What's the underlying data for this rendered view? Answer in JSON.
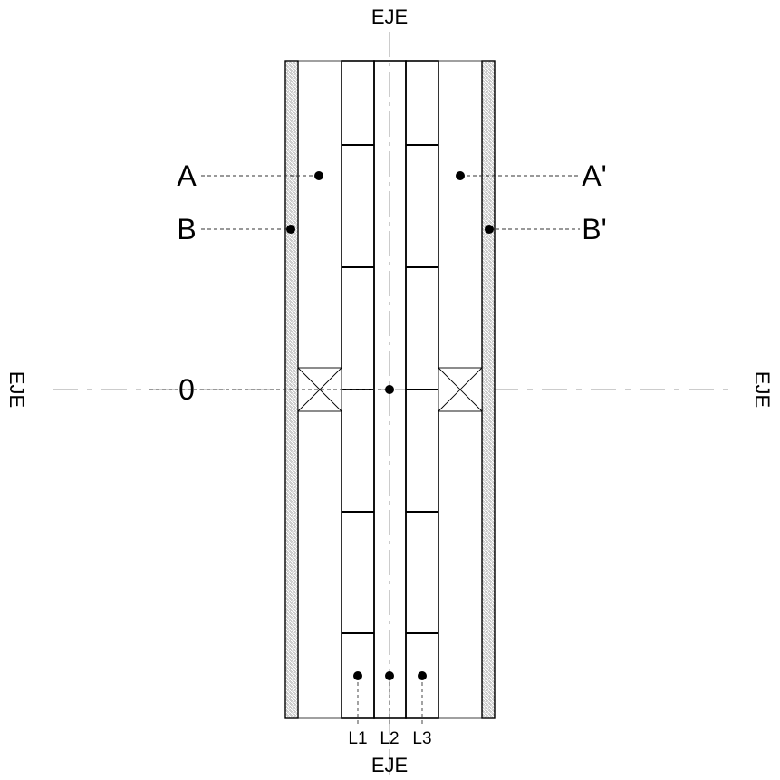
{
  "axis_labels": {
    "top": "EJE",
    "bottom": "EJE",
    "left": "EJE",
    "right": "EJE"
  },
  "points": {
    "A": "A",
    "A_prime": "A'",
    "B": "B",
    "B_prime": "B'",
    "O": "0"
  },
  "lanes": [
    "L1",
    "L2",
    "L3"
  ],
  "colors": {
    "stroke": "#000000",
    "axis_line": "#9a9a9a",
    "wall_hatch": "#555555",
    "background": "#ffffff"
  },
  "icons": [
    "wall-hatch-icon",
    "cross-box-icon",
    "point-marker-icon"
  ]
}
